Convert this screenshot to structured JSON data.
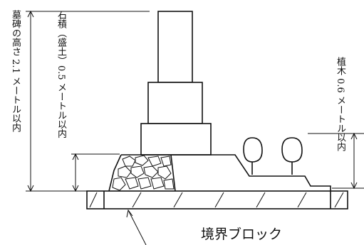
{
  "labels": {
    "tombstone_height": "墓碑の高さ 2.1 メートル以内",
    "stone_wall": "石積（盛土）0.5 メートル以内",
    "plant": "植木 0.6 メートル以内",
    "boundary_block": "境界ブロック"
  }
}
